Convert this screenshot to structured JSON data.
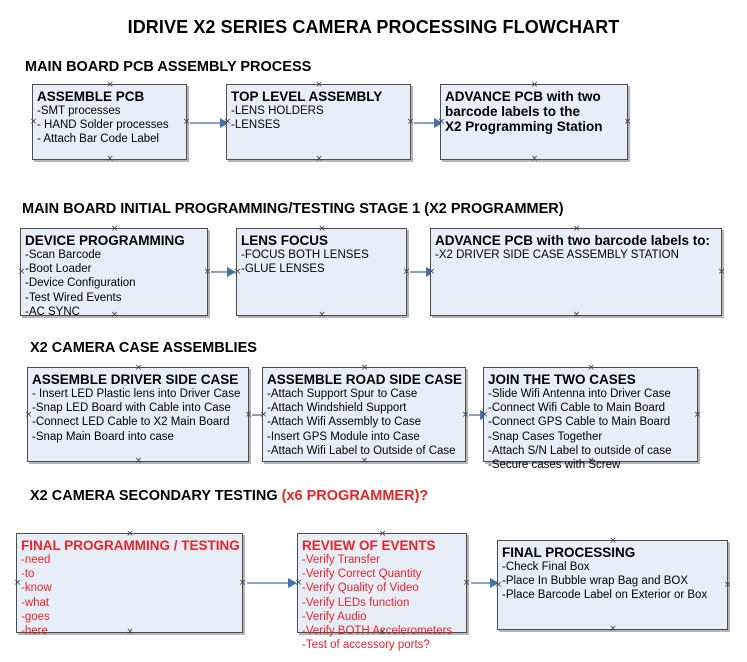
{
  "document": {
    "title": "IDRIVE X2  SERIES CAMERA PROCESSING FLOWCHART"
  },
  "colors": {
    "node_fill": "#e8eef8",
    "node_border": "#4d4d4d",
    "accent_red": "#e8242a",
    "arrow_line": "#8aa2bd",
    "arrow_head": "#4472a8",
    "text": "#000000"
  },
  "sections": [
    {
      "heading": "MAIN BOARD PCB ASSEMBLY PROCESS",
      "heading_accent": "",
      "nodes": [
        {
          "title": "ASSEMBLE PCB",
          "lines": [
            "-SMT processes",
            "- HAND Solder processes",
            "- Attach Bar Code Label"
          ],
          "color": "black"
        },
        {
          "title": "TOP LEVEL ASSEMBLY",
          "lines": [
            "-LENS HOLDERS",
            "-LENSES"
          ],
          "color": "black"
        },
        {
          "title": "ADVANCE PCB with two",
          "lines": [
            "barcode labels to the",
            " X2 Programming Station"
          ],
          "color": "black",
          "bold_lines": true
        }
      ]
    },
    {
      "heading": "MAIN BOARD INITIAL PROGRAMMING/TESTING STAGE 1 (X2 PROGRAMMER)",
      "heading_accent": "",
      "nodes": [
        {
          "title": "DEVICE PROGRAMMING",
          "lines": [
            "-Scan Barcode",
            "-Boot Loader",
            "-Device Configuration",
            "-Test Wired Events",
            "-AC SYNC"
          ],
          "color": "black"
        },
        {
          "title": "LENS FOCUS",
          "lines": [
            "-FOCUS BOTH LENSES",
            "-GLUE LENSES"
          ],
          "color": "black"
        },
        {
          "title": "ADVANCE PCB with two barcode labels to:",
          "lines": [
            "-X2 DRIVER  SIDE  CASE  ASSEMBLY STATION"
          ],
          "color": "black"
        }
      ]
    },
    {
      "heading": "X2 CAMERA CASE ASSEMBLIES",
      "heading_accent": "",
      "nodes": [
        {
          "title": "ASSEMBLE DRIVER SIDE CASE",
          "lines": [
            "- Insert LED Plastic lens into Driver Case",
            "-Snap LED Board with Cable into Case",
            "-Connect LED Cable to X2 Main Board",
            "-Snap Main Board into case"
          ],
          "color": "black"
        },
        {
          "title": "ASSEMBLE ROAD SIDE CASE",
          "lines": [
            "-Attach Support Spur to Case",
            "-Attach Windshield Support",
            "-Attach Wifi Assembly to Case",
            "-Insert GPS Module into Case",
            "-Attach Wifi Label to Outside of Case"
          ],
          "color": "black"
        },
        {
          "title": "JOIN THE TWO CASES",
          "lines": [
            "-Slide Wifi Antenna into Driver Case",
            "-Connect Wifi Cable to Main Board",
            "-Connect GPS Cable to Main Board",
            "-Snap Cases Together",
            "-Attach S/N Label to outside of case",
            "-Secure cases with Screw"
          ],
          "color": "black"
        }
      ]
    },
    {
      "heading": "X2 CAMERA SECONDARY TESTING ",
      "heading_accent": "(x6 PROGRAMMER)?",
      "nodes": [
        {
          "title": "FINAL PROGRAMMING / TESTING",
          "lines": [
            "-need",
            "-to",
            "-know",
            "-what",
            "-goes",
            "-here"
          ],
          "color": "red"
        },
        {
          "title": "REVIEW OF EVENTS",
          "lines": [
            "-Verify Transfer",
            "-Verify Correct Quantity",
            "-Verify Quality of Video",
            "-Verify LEDs function",
            "-Verify Audio",
            "-Verify BOTH Accelerometers",
            "-Test of accessory ports?"
          ],
          "color": "red"
        },
        {
          "title": "FINAL PROCESSING",
          "lines": [
            " -Check Final Box",
            "-Place In Bubble wrap Bag and BOX",
            "-Place Barcode Label on Exterior or Box"
          ],
          "color": "black"
        }
      ]
    }
  ]
}
